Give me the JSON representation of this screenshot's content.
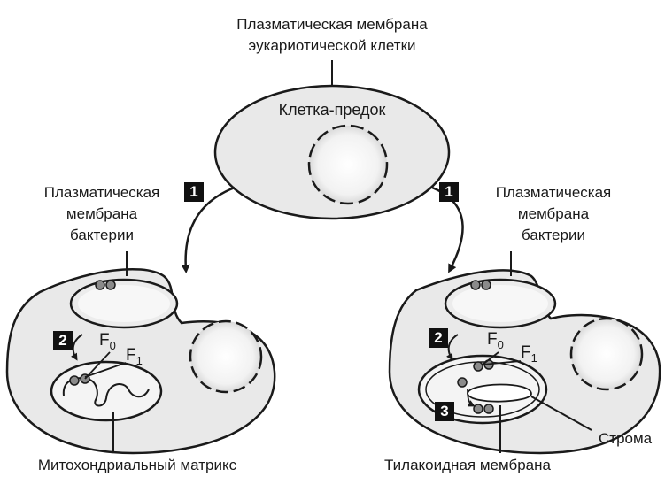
{
  "labels": {
    "top_membrane_line1": "Плазматическая мембрана",
    "top_membrane_line2": "эукариотической клетки",
    "ancestor_cell": "Клетка-предок",
    "left_bacteria_line1": "Плазматическая",
    "left_bacteria_line2": "мембрана",
    "left_bacteria_line3": "бактерии",
    "right_bacteria_line1": "Плазматическая",
    "right_bacteria_line2": "мембрана",
    "right_bacteria_line3": "бактерии",
    "mito_matrix": "Митохондриальный матрикс",
    "thylakoid_membrane": "Тилакоидная мембрана",
    "stroma": "Строма"
  },
  "badges": {
    "step1_left": "1",
    "step1_right": "1",
    "step2_left": "2",
    "step2_right": "2",
    "step3_right": "3"
  },
  "atp_synthase": {
    "left_f": "F",
    "left_f0_sub": "0",
    "left_f1_f": "F",
    "left_f1_sub": "1",
    "right_f": "F",
    "right_f0_sub": "0",
    "right_f1_f": "F",
    "right_f1_sub": "1"
  },
  "colors": {
    "cell_fill": "#e9e9e9",
    "nucleus_fill": "#f4f4f4",
    "stroke": "#1a1a1a",
    "badge": "#111111"
  }
}
